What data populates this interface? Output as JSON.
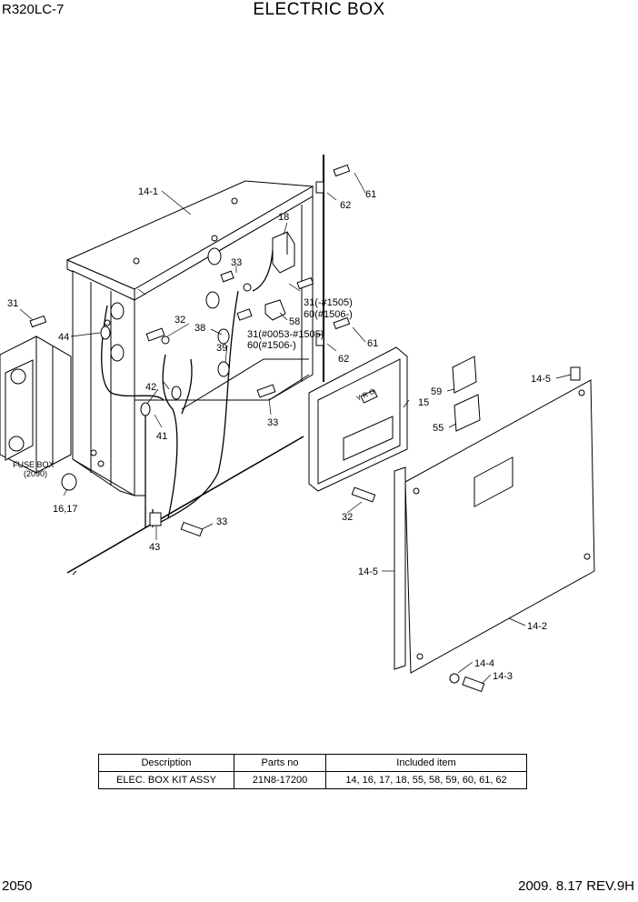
{
  "header": {
    "model": "R320LC-7",
    "title": "ELECTRIC BOX"
  },
  "footer": {
    "page": "2050",
    "revision": "2009. 8.17  REV.9H"
  },
  "callouts": {
    "c14_1": "14-1",
    "c18": "18",
    "c61a": "61",
    "c62a": "62",
    "c33a": "33",
    "c31a": "31",
    "c31r1": "31(-#1505)",
    "c60r1": "60(#1506-)",
    "c58": "58",
    "c61b": "61",
    "c31r2": "31(#0053-#1505)",
    "c60r2": "60(#1506-)",
    "c62b": "62",
    "c32a": "32",
    "c38": "38",
    "c39": "39",
    "c44": "44",
    "c42": "42",
    "c41": "41",
    "c33b": "33",
    "c15": "15",
    "c14_5a": "14-5",
    "c59": "59",
    "c55": "55",
    "fuse_box": "FUSE BOX",
    "fuse_box_ref": "(2090)",
    "c16_17": "16,17",
    "c32b": "32",
    "c33c": "33",
    "c43": "43",
    "c14_5b": "14-5",
    "c14_2": "14-2",
    "c14_4": "14-4",
    "c14_3": "14-3",
    "label_ygr": "Y R G"
  },
  "parts_table": {
    "headers": [
      "Description",
      "Parts no",
      "Included item"
    ],
    "rows": [
      [
        "ELEC. BOX KIT ASSY",
        "21N8-17200",
        "14, 16, 17, 18, 55, 58, 59, 60, 61, 62"
      ]
    ]
  }
}
